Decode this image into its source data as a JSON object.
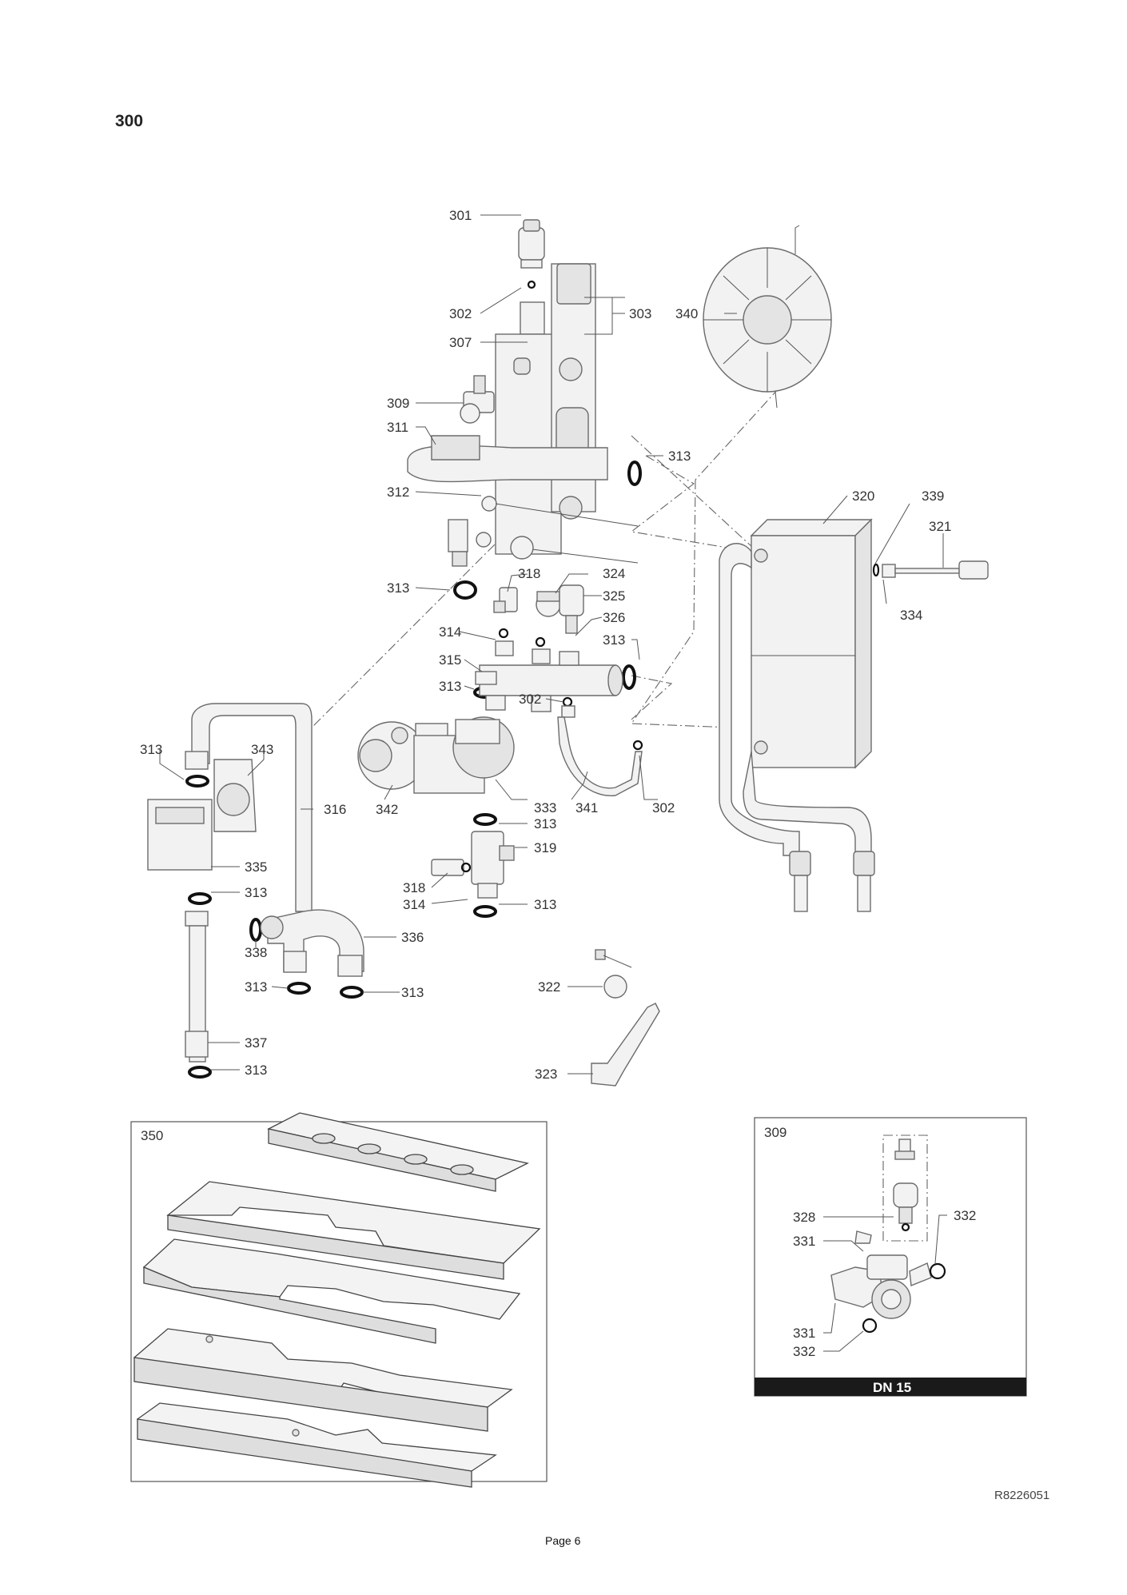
{
  "page_title": "300",
  "document_reference": "R8226051",
  "page_number": "Page 6",
  "main_assembly": {
    "callouts": [
      "301",
      "302",
      "303",
      "340",
      "307",
      "309",
      "311",
      "313",
      "312",
      "320",
      "339",
      "321",
      "313",
      "318",
      "324",
      "325",
      "334",
      "314",
      "326",
      "313",
      "315",
      "313",
      "302",
      "313",
      "343",
      "316",
      "342",
      "333",
      "341",
      "302",
      "313",
      "319",
      "335",
      "313",
      "318",
      "314",
      "313",
      "338",
      "336",
      "313",
      "313",
      "322",
      "337",
      "313",
      "323"
    ]
  },
  "inset_350": {
    "label": "350"
  },
  "inset_309": {
    "label": "309",
    "callouts": [
      "328",
      "332",
      "331",
      "331",
      "332"
    ],
    "bar_text": "DN 15"
  }
}
